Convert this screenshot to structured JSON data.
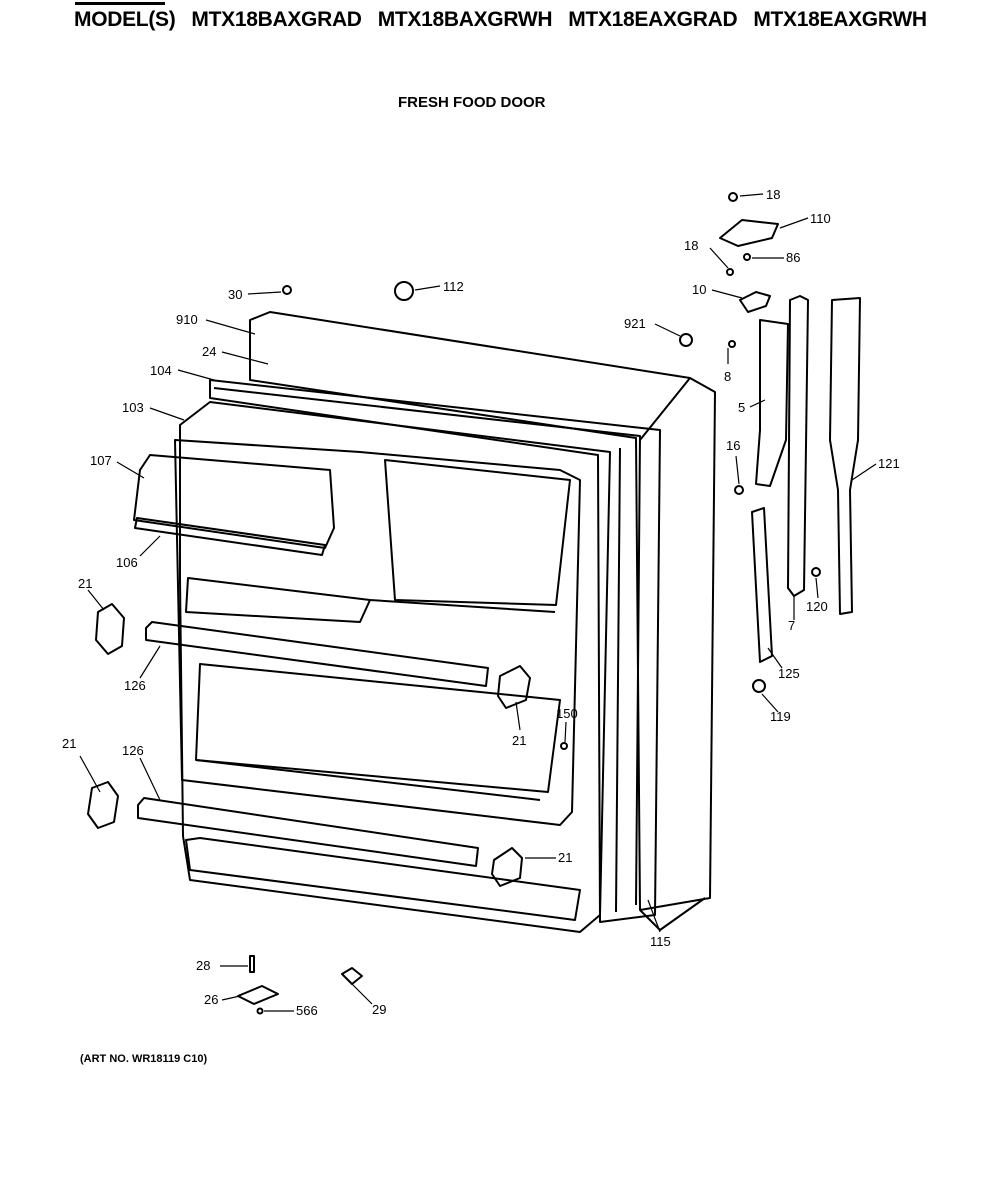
{
  "header": {
    "models_prefix": "MODEL(S)",
    "models": [
      "MTX18BAXGRAD",
      "MTX18BAXGRWH",
      "MTX18EAXGRAD",
      "MTX18EAXGRWH"
    ]
  },
  "section_title": "FRESH FOOD DOOR",
  "art_number": "(ART NO. WR18119 C10)",
  "callouts": {
    "p18a": "18",
    "p110": "110",
    "p18b": "18",
    "p86": "86",
    "p10": "10",
    "p30": "30",
    "p112": "112",
    "p910": "910",
    "p921": "921",
    "p24": "24",
    "p8": "8",
    "p104": "104",
    "p103": "103",
    "p5": "5",
    "p16": "16",
    "p107": "107",
    "p121": "121",
    "p106": "106",
    "p21a": "21",
    "p120": "120",
    "p7": "7",
    "p126a": "126",
    "p125": "125",
    "p150": "150",
    "p21b": "21",
    "p119": "119",
    "p21c": "21",
    "p126b": "126",
    "p21d": "21",
    "p115": "115",
    "p28": "28",
    "p26": "26",
    "p566": "566",
    "p29": "29"
  }
}
